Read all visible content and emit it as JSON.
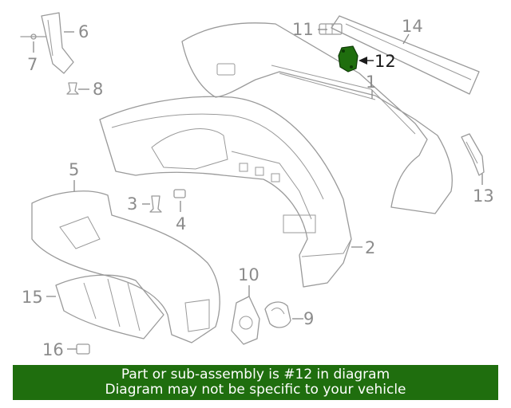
{
  "diagram": {
    "highlight_color": "#1f6e0e",
    "highlighted_callout": "12",
    "callouts": [
      "1",
      "2",
      "3",
      "4",
      "5",
      "6",
      "7",
      "8",
      "9",
      "10",
      "11",
      "12",
      "13",
      "14",
      "15",
      "16"
    ]
  },
  "banner": {
    "line1": "Part or sub-assembly is #12 in diagram",
    "line2": "Diagram may not be specific to your vehicle",
    "color": "#1f6e0e"
  }
}
